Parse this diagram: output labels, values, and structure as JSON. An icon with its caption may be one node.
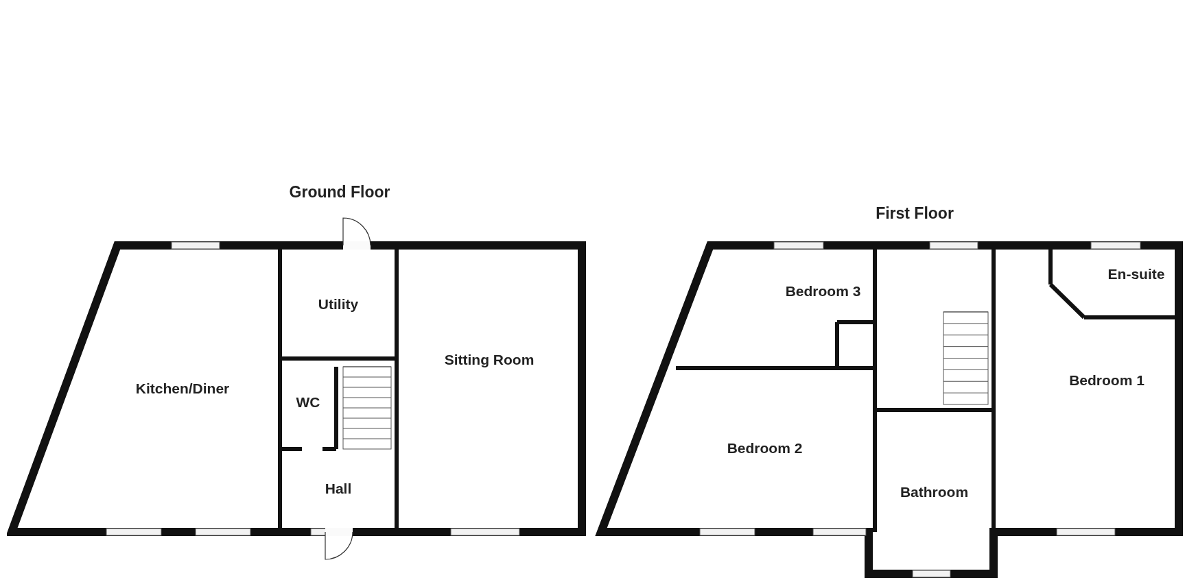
{
  "diagram": {
    "nodes": [
      {
        "text": [
          "Ground Floor"
        ]
      },
      {
        "text": [
          "Kitchen/Diner"
        ],
        "in": 0
      },
      {
        "text": [
          "Utility"
        ],
        "in": 0
      },
      {
        "text": [
          "WC"
        ],
        "in": 0
      },
      {
        "text": [
          "Hall"
        ],
        "in": 0
      },
      {
        "text": [
          "Sitting Room"
        ],
        "in": 0
      },
      {
        "text": [
          "First Floor"
        ]
      },
      {
        "text": [
          "Bedroom 3"
        ],
        "in": 6
      },
      {
        "text": [
          "En-suite"
        ],
        "in": 6
      },
      {
        "text": [
          "Bedroom 1"
        ],
        "in": 6
      },
      {
        "text": [
          "Bedroom 2"
        ],
        "in": 6
      },
      {
        "text": [
          "Bathroom"
        ],
        "in": 6
      }
    ]
  }
}
